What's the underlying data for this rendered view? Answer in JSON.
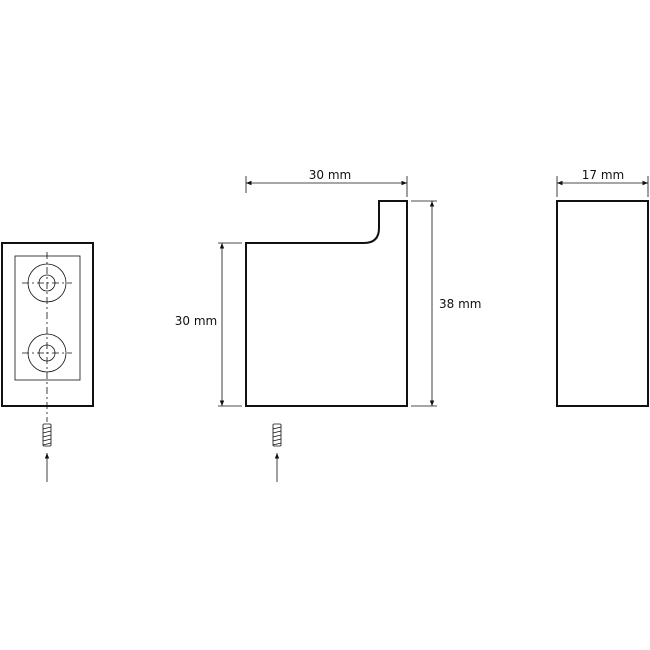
{
  "dimensions": {
    "top_view_width": "30 mm",
    "front_view_height": "30 mm",
    "side_total_height": "38 mm",
    "side_view_width": "17 mm"
  },
  "icons": {
    "screw": "screw-icon",
    "arrow": "arrow-up-icon"
  }
}
